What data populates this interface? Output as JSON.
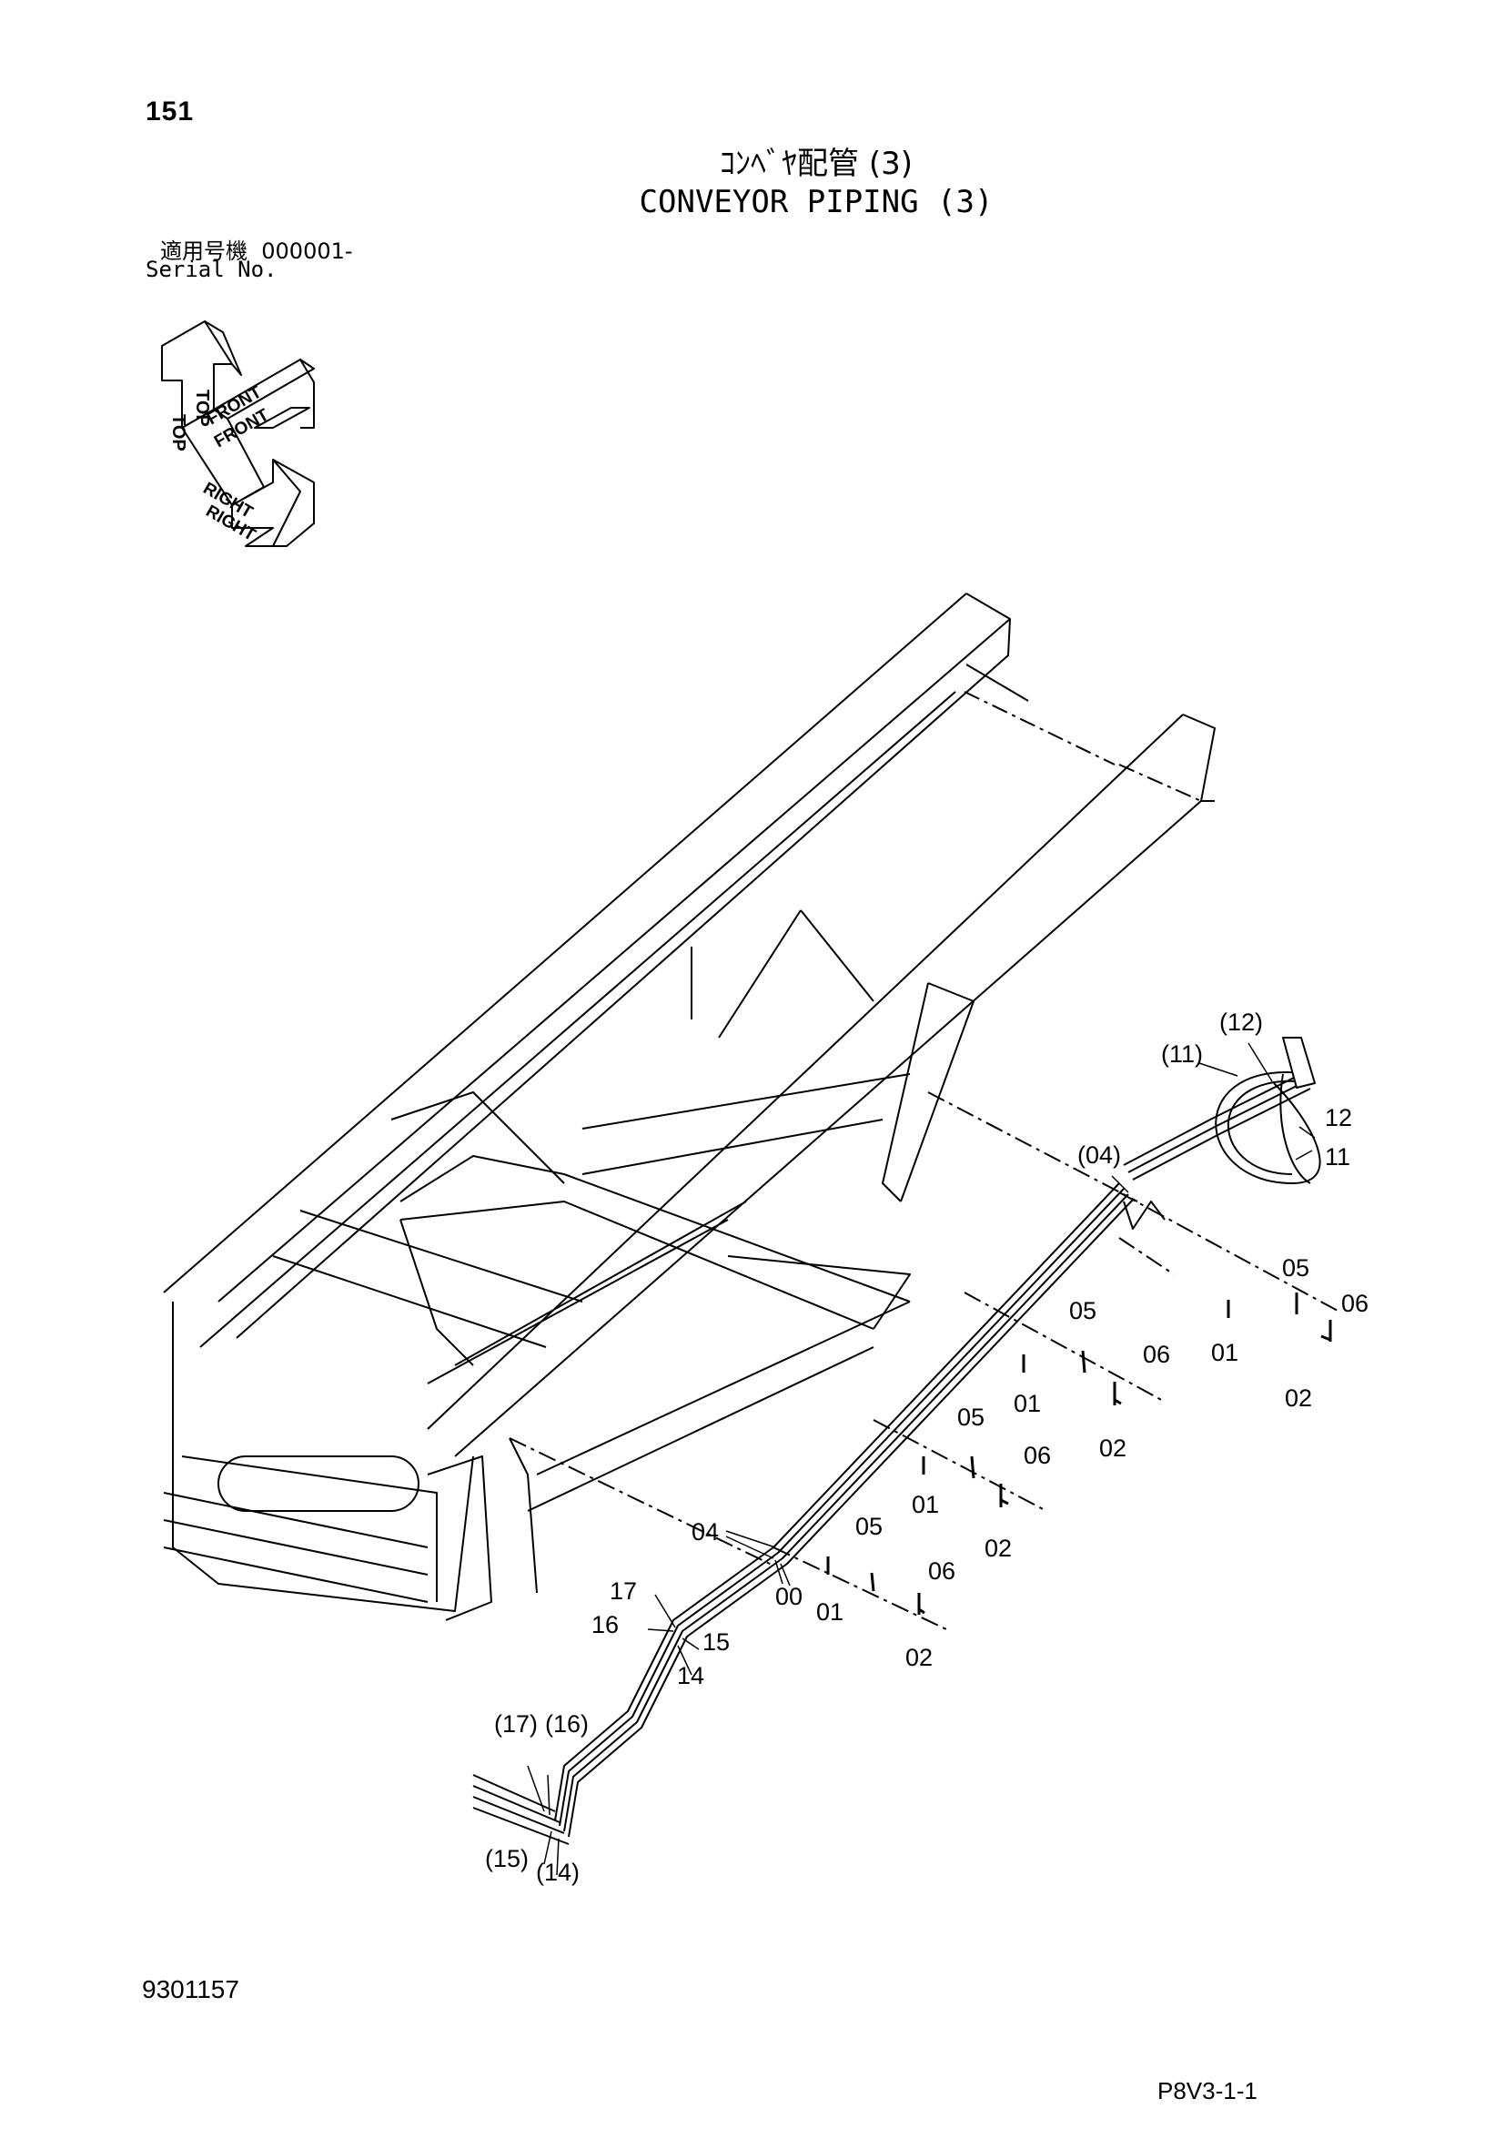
{
  "page_number": "151",
  "title_jp": "ｺﾝﾍﾞﾔ配管 (3)",
  "title_en": "CONVEYOR PIPING (3)",
  "serial": {
    "label_jp": "適用号機",
    "value": "000001-",
    "label_en": "Serial No."
  },
  "orientation": {
    "top": "TOP",
    "front": "FRONT",
    "right": "RIGHT"
  },
  "callouts": {
    "c11p": "(11)",
    "c12p": "(12)",
    "c12": "12",
    "c11": "11",
    "c04p": "(04)",
    "c05a": "05",
    "c06a": "06",
    "c01a": "01",
    "c02a": "02",
    "c05b": "05",
    "c06b": "06",
    "c01b": "01",
    "c02b": "02",
    "c05c": "05",
    "c06c": "06",
    "c01c": "01",
    "c02c": "02",
    "c04": "04",
    "c00": "00",
    "c05d": "05",
    "c06d": "06",
    "c01d": "01",
    "c02d": "02",
    "c17": "17",
    "c16": "16",
    "c15": "15",
    "c14": "14",
    "c17p": "(17)",
    "c16p": "(16)",
    "c15p": "(15)",
    "c14p": "(14)"
  },
  "document_number": "9301157",
  "figure_code": "P8V3-1-1"
}
